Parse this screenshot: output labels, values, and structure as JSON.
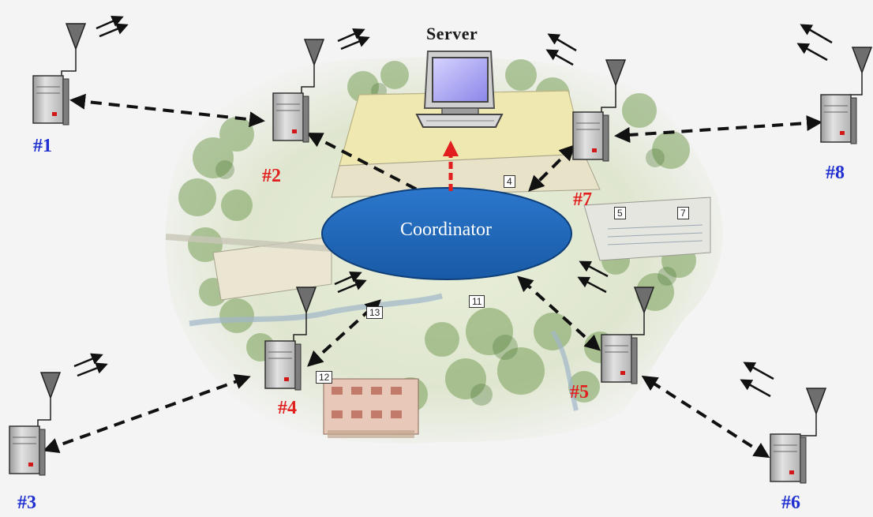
{
  "labels": {
    "server": "Server",
    "coordinator": "Coordinator"
  },
  "nodes": {
    "n1": "#1",
    "n2": "#2",
    "n3": "#3",
    "n4": "#4",
    "n5": "#5",
    "n6": "#6",
    "n7": "#7",
    "n8": "#8"
  },
  "map_tags": {
    "t4": "4",
    "t5": "5",
    "t7": "7",
    "t11": "11",
    "t12": "12",
    "t13": "13"
  },
  "colors": {
    "inner_label": "#e21f1f",
    "outer_label": "#1f2fd1",
    "coordinator_fill": "#1f62b5",
    "uplink_arrow": "#e21f1f",
    "link_dash": "#111111"
  },
  "icons": [
    "antenna-icon",
    "server-tower-icon",
    "monitor-icon",
    "signal-arrows-icon"
  ]
}
